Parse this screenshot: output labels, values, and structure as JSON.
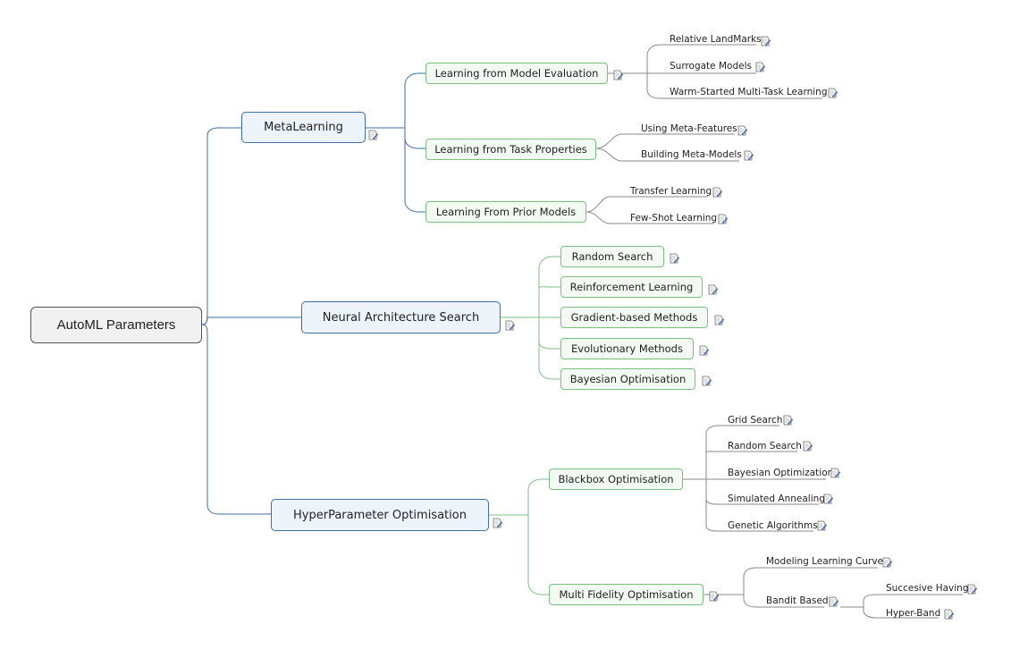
{
  "root": {
    "label": "AutoML Parameters"
  },
  "branches": {
    "metalearning": {
      "label": "MetaLearning",
      "model_eval": {
        "label": "Learning from Model Evaluation",
        "items": [
          "Relative LandMarks",
          "Surrogate Models",
          "Warm-Started Multi-Task Learning"
        ]
      },
      "task_props": {
        "label": "Learning from Task Properties",
        "items": [
          "Using Meta-Features",
          "Building Meta-Models"
        ]
      },
      "prior_models": {
        "label": "Learning From Prior Models",
        "items": [
          "Transfer Learning",
          "Few-Shot Learning"
        ]
      }
    },
    "nas": {
      "label": "Neural Architecture Search",
      "items": [
        "Random Search",
        "Reinforcement Learning",
        "Gradient-based Methods",
        "Evolutionary Methods",
        "Bayesian Optimisation"
      ]
    },
    "hpo": {
      "label": "HyperParameter Optimisation",
      "blackbox": {
        "label": "Blackbox Optimisation",
        "items": [
          "Grid Search",
          "Random Search",
          "Bayesian Optimization",
          "Simulated Annealing",
          "Genetic Algorithms"
        ]
      },
      "multi_fidelity": {
        "label": "Multi Fidelity Optimisation",
        "modeling_curve": "Modeling Learning Curve",
        "bandit": {
          "label": "Bandit Based",
          "items": [
            "Succesive Having",
            "Hyper-Band"
          ]
        }
      }
    }
  },
  "icon": "note-icon",
  "colors": {
    "root_border": "#555555",
    "level1_border": "#3e6ea8",
    "level2_border": "#7cbf83",
    "connector_blue": "#3e6ea8",
    "connector_green": "#7cbf83",
    "connector_gray": "#8a8a8a"
  }
}
